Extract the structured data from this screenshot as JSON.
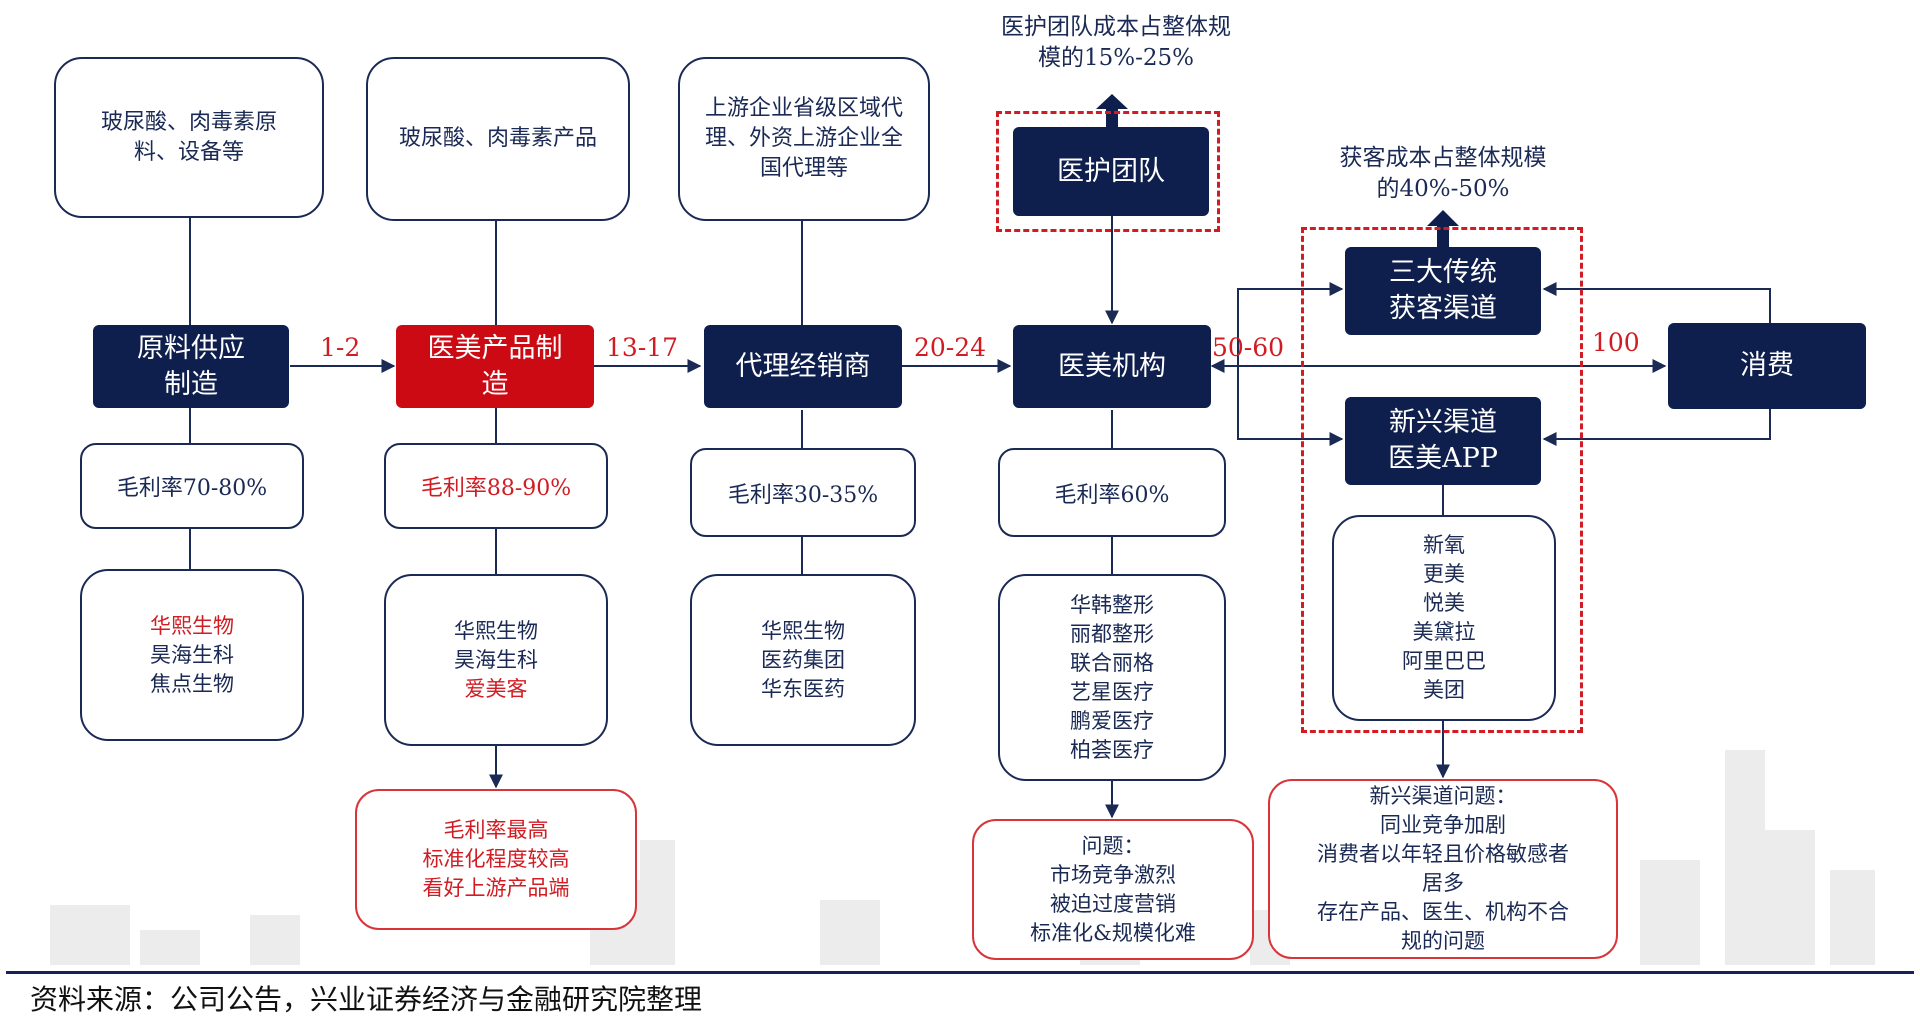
{
  "supply_chain": {
    "raw": {
      "top": "玻尿酸、肉毒素原料、设备等",
      "title": "原料供应制造",
      "margin": "毛利率70-80%",
      "companies": [
        "华熙生物",
        "昊海生科",
        "焦点生物"
      ]
    },
    "product": {
      "top": "玻尿酸、肉毒素产品",
      "title": "医美产品制造",
      "margin": "毛利率88-90%",
      "companies": [
        "华熙生物",
        "昊海生科",
        "爱美客"
      ],
      "note": [
        "毛利率最高",
        "标准化程度较高",
        "看好上游产品端"
      ]
    },
    "distributor": {
      "top": "上游企业省级区域代理、外资上游企业全国代理等",
      "title": "代理经销商",
      "margin": "毛利率30-35%",
      "companies": [
        "华熙生物",
        "医药集团",
        "华东医药"
      ]
    },
    "institution": {
      "title": "医美机构",
      "margin": "毛利率60%",
      "companies": [
        "华韩整形",
        "丽都整形",
        "联合丽格",
        "艺星医疗",
        "鹏爱医疗",
        "柏荟医疗"
      ],
      "problem": [
        "问题：",
        "市场竞争激烈",
        "被迫过度营销",
        "标准化&规模化难"
      ]
    },
    "medical_team": {
      "title": "医护团队",
      "cost_label": "医护团队成本占整体规模的15%-25%"
    },
    "channels": {
      "cost_label": "获客成本占整体规模的40%-50%",
      "traditional": [
        "三大传统",
        "获客渠道"
      ],
      "new": [
        "新兴渠道",
        "医美APP"
      ],
      "apps": [
        "新氧",
        "更美",
        "悦美",
        "美黛拉",
        "阿里巴巴",
        "美团"
      ],
      "problem": [
        "新兴渠道问题：",
        "同业竞争加剧",
        "消费者以年轻且价格敏感者",
        "居多",
        "存在产品、医生、机构不合",
        "规的问题"
      ]
    },
    "consumer": {
      "title": "消费"
    },
    "price_levels": [
      "1-2",
      "13-17",
      "20-24",
      "50-60",
      "100"
    ]
  },
  "source_note": "资料来源：公司公告，兴业证券经济与金融研究院整理",
  "colors": {
    "navy": "#0f1f4d",
    "red": "#cc0a13",
    "red_line": "#d01c22",
    "border": "#1b2a55"
  }
}
